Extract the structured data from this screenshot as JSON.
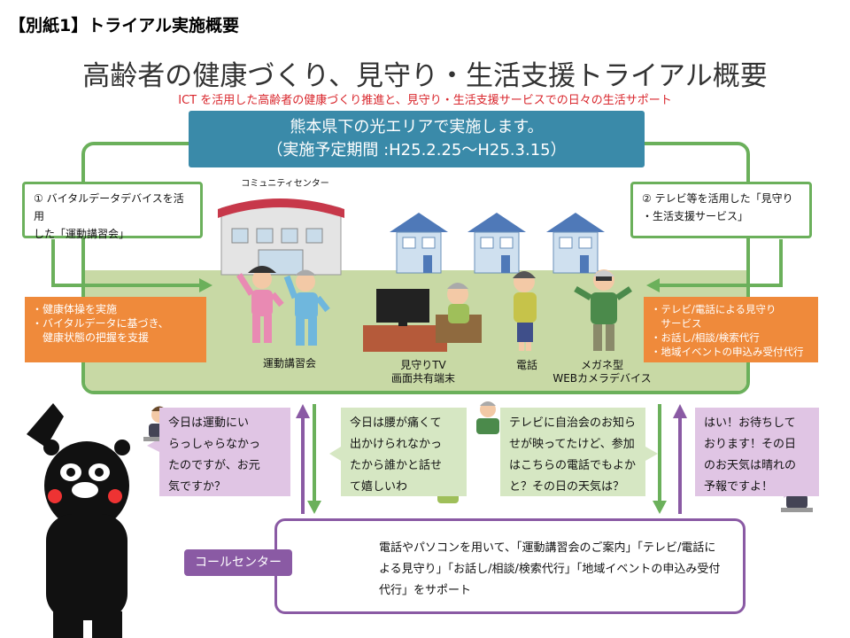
{
  "header": "【別紙1】トライアル実施概要",
  "title": "高齢者の健康づくり、見守り・生活支援トライアル概要",
  "subtitle": "ICT を活用した高齢者の健康づくり推進と、見守り・生活支援サービスでの日々の生活サポート",
  "area_box": {
    "line1": "熊本県下の光エリアで実施します。",
    "line2": "（実施予定期間 :H25.2.25～H25.3.15）"
  },
  "callout_left": {
    "line1": "① バイタルデータデバイスを活用",
    "line2": "した「運動講習会」"
  },
  "callout_right": {
    "line1": "② テレビ等を活用した「見守り",
    "line2": "・生活支援サービス」"
  },
  "community_center": "コミュニティセンター",
  "orange_left": [
    "・健康体操を実施",
    "・バイタルデータに基づき、",
    "　健康状態の把握を支援"
  ],
  "orange_right": [
    "・テレビ/電話による見守り",
    "　サービス",
    "・お話し/相談/検索代行",
    "・地域イベントの申込み受付代行"
  ],
  "labels": {
    "exercise": "運動講習会",
    "tv_line1": "見守りTV",
    "tv_line2": "画面共有端末",
    "phone": "電話",
    "glasses_line1": "メガネ型",
    "glasses_line2": "WEBカメラデバイス"
  },
  "dialogs": {
    "d1": [
      "今日は運動にい",
      "らっしゃらなかっ",
      "たのですが、お元",
      "気ですか？"
    ],
    "d2": [
      "今日は腰が痛くて",
      "出かけられなかっ",
      "たから誰かと話せ",
      "て嬉しいわ"
    ],
    "d3": [
      "テレビに自治会のお知ら",
      "せが映ってたけど、参加",
      "はこちらの電話でもよか",
      "と？その日の天気は？"
    ],
    "d4": [
      "はい！お待ちして",
      "おります！その日",
      "のお天気は晴れの",
      "予報ですよ！"
    ]
  },
  "call_center": {
    "label": "コールセンター",
    "text_line1": "電話やパソコンを用いて、「運動講習会のご案内」「テレビ/電話に",
    "text_line2": "よる見守り」「お話し/相談/検索代行」「地域イベントの申込み受付",
    "text_line3": "代行」をサポート"
  },
  "colors": {
    "green": "#6bb05b",
    "blue": "#3a8aa9",
    "orange": "#ef8a3b",
    "purple": "#8a5aa4",
    "red": "#d9262c"
  }
}
